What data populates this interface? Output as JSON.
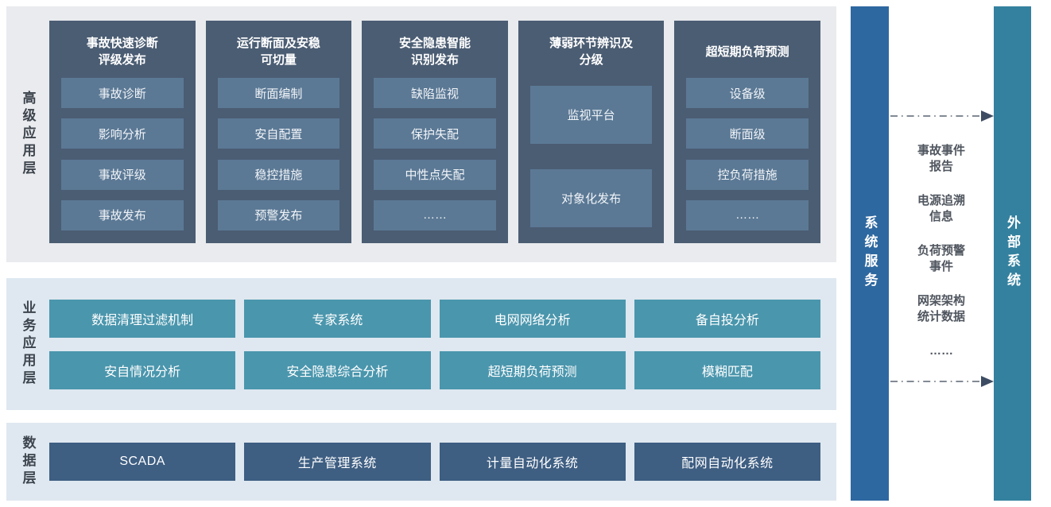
{
  "palette": {
    "panel_gray": "#e9ebee",
    "panel_blue": "#dfe8f0",
    "column_dark": "#4b5d73",
    "item_steel": "#5b7995",
    "button_teal": "#4a96ad",
    "button_navy": "#3e5e82",
    "system_bar_blue": "#2e68a0",
    "external_bar_teal": "#34819f"
  },
  "advanced": {
    "label": "高级应用层",
    "columns": [
      {
        "title": "事故快速诊断\n评级发布",
        "items": [
          "事故诊断",
          "影响分析",
          "事故评级",
          "事故发布"
        ]
      },
      {
        "title": "运行断面及安稳\n可切量",
        "items": [
          "断面编制",
          "安自配置",
          "稳控措施",
          "预警发布"
        ]
      },
      {
        "title": "安全隐患智能\n识别发布",
        "items": [
          "缺陷监视",
          "保护失配",
          "中性点失配",
          "……"
        ]
      },
      {
        "title": "薄弱环节辨识及\n分级",
        "items": [
          "监视平台",
          "对象化发布"
        ]
      },
      {
        "title": "超短期负荷预测",
        "items": [
          "设备级",
          "断面级",
          "控负荷措施",
          "……"
        ]
      }
    ]
  },
  "business": {
    "label": "业务应用层",
    "rows": [
      [
        "数据清理过滤机制",
        "专家系统",
        "电网网络分析",
        "备自投分析"
      ],
      [
        "安自情况分析",
        "安全隐患综合分析",
        "超短期负荷预测",
        "模糊匹配"
      ]
    ]
  },
  "data_layer": {
    "label": "数据层",
    "items": [
      "SCADA",
      "生产管理系统",
      "计量自动化系统",
      "配网自动化系统"
    ]
  },
  "right": {
    "system_bar": "系统服务",
    "external_bar": "外部系统",
    "events": [
      "事故事件\n报告",
      "电源追溯\n信息",
      "负荷预警\n事件",
      "网架架构\n统计数据",
      "……"
    ]
  }
}
